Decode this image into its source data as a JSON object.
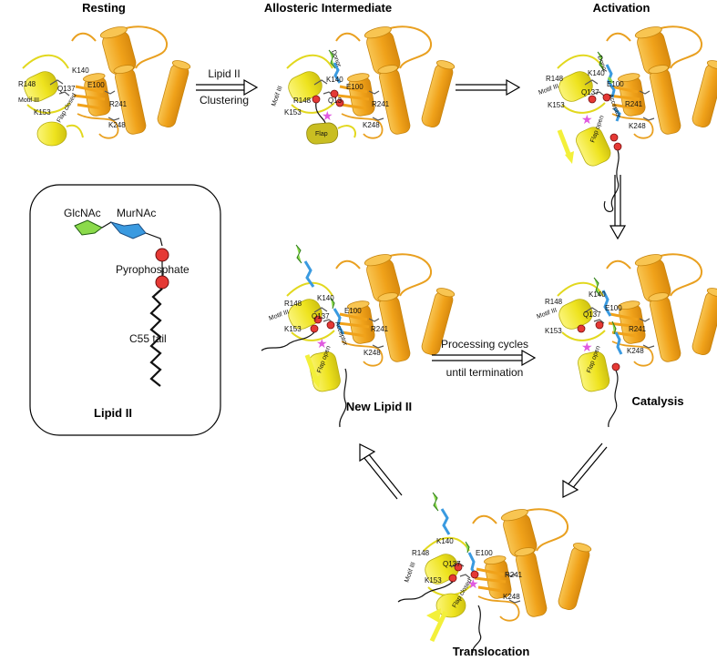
{
  "stages": {
    "resting": "Resting",
    "allosteric": "Allosteric Intermediate",
    "activation": "Activation",
    "new_lipid": "New Lipid II",
    "catalysis": "Catalysis",
    "translocation": "Translocation"
  },
  "arrows": {
    "clustering_top": "Lipid II",
    "clustering_bottom": "Clustering",
    "processing_top": "Processing cycles",
    "processing_bottom": "until termination"
  },
  "residues": {
    "k140": "K140",
    "r148": "R148",
    "k153": "K153",
    "q137": "Q137",
    "q13": "Q13",
    "e100": "E100",
    "r241": "R241",
    "k248": "K248",
    "motif3": "Motif III"
  },
  "flap": {
    "closed": "Flap closed",
    "open": "Flap open",
    "flap": "Flap"
  },
  "sugar_roles": {
    "donor": "Donor",
    "acceptor": "Acceptor"
  },
  "legend": {
    "glcnac": "GlcNAc",
    "murnac": "MurNAc",
    "pyrophosphate": "Pyrophosphate",
    "tail": "C55 tail",
    "title": "Lipid II"
  },
  "colors": {
    "domain_orange": "#F2A81A",
    "domain_yellow": "#F5EC2A",
    "glcnac_green": "#8BDA4B",
    "murnac_blue": "#3A9AE0",
    "phosphate_red": "#E53935",
    "star_magenta": "#E05AE0",
    "arrow_yellow": "#F3F03A"
  }
}
